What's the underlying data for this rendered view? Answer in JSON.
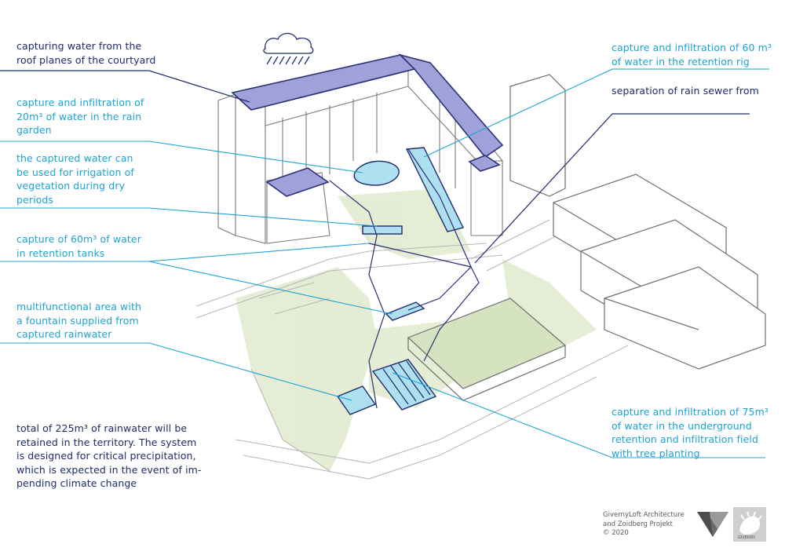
{
  "annotations": {
    "roof": [
      "capturing water from the",
      "roof planes of the courtyard"
    ],
    "rain_garden": [
      "capture and infiltration of",
      "20m³ of water in the rain",
      "garden"
    ],
    "irrigation": [
      "the captured water can",
      "be used for irrigation of",
      "vegetation during dry",
      "periods"
    ],
    "tanks": [
      "capture of 60m³ of water",
      "in retention tanks"
    ],
    "fountain": [
      "multifunctional area with",
      "a fountain supplied from",
      "captured rainwater"
    ],
    "total": [
      "total of 225m³ of rainwater will be",
      "retained in the territory. The system",
      "is designed for critical precipitation,",
      "which is expected in the event of im-",
      "pending climate change"
    ],
    "retention_rig": [
      "capture and infiltration of 60 m³",
      "of water in the retention rig"
    ],
    "sewer": [
      "separation of rain sewer from"
    ],
    "underground": [
      "capture and infiltration of 75m³",
      "of water in the underground",
      "retention and infiltration field",
      "with tree planting"
    ]
  },
  "credits": [
    "GivernyLoft Architecture",
    "and Zoidberg Projekt",
    "© 2020"
  ],
  "logo_caption": "GIVERNY",
  "icons": {
    "cloud": "rain-cloud-icon"
  },
  "colors": {
    "navy": "#1f2a6b",
    "cyan": "#1ba3d4",
    "roof": "#9a9fd6",
    "water": "#aee0f2",
    "green": "#dfeacc"
  }
}
